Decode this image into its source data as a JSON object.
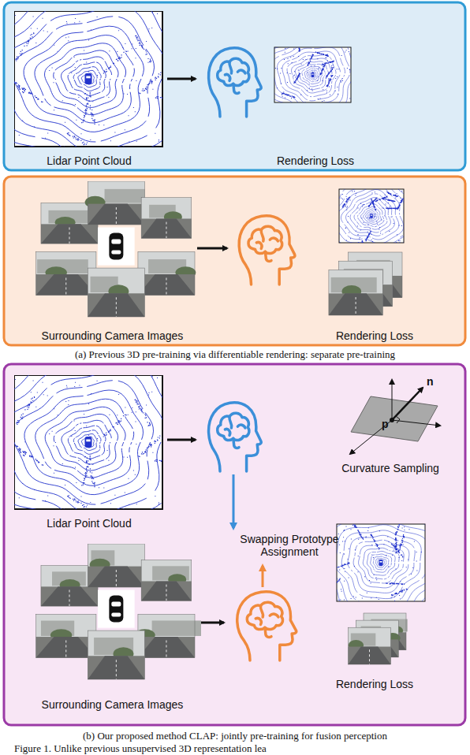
{
  "diagram": {
    "caption": "Figure 1. Unlike previous unsupervised 3D representation lea",
    "nodes": [
      {
        "text": [
          "Lidar Point Cloud"
        ]
      },
      {
        "text": [
          "Rendering Loss"
        ]
      },
      {
        "text": [
          "Surrounding Camera Images"
        ]
      },
      {
        "text": [
          "Rendering Loss"
        ]
      },
      {
        "text": [
          "Lidar Point Cloud"
        ]
      },
      {
        "text": [
          "Curvature Sampling"
        ]
      },
      {
        "text": [
          "Rendering Loss"
        ]
      },
      {
        "text": [
          "Surrounding Camera Images"
        ]
      }
    ],
    "labels": [
      "(a) Previous 3D pre-training via differentiable rendering: separate pre-training",
      "n",
      "p",
      "Swapping Prototype Assignment",
      "(b) Our proposed method CLAP: jointly pre-training for fusion perception"
    ]
  }
}
